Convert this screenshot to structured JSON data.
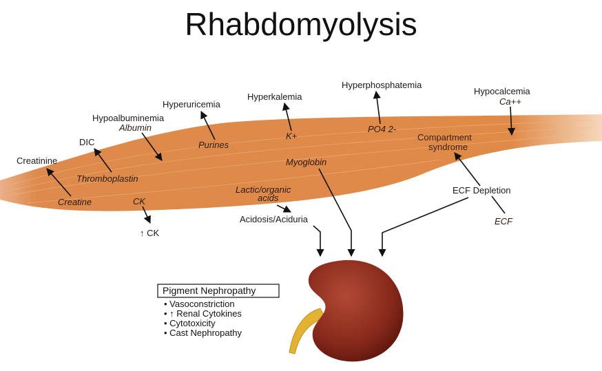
{
  "title": "Rhabdomyolysis",
  "colors": {
    "muscle": "#e08a48",
    "kidney": "#8a2a1c",
    "ureter": "#e0b030"
  },
  "labels": {
    "creatinine": "Creatinine",
    "creatine": "Creatine",
    "dic": "DIC",
    "thromboplastin": "Thromboplastin",
    "hypoalbuminemia": "Hypoalbuminemia",
    "albumin": "Albumin",
    "hyperuricemia": "Hyperuricemia",
    "purines": "Purines",
    "hyperkalemia": "Hyperkalemia",
    "potassium": "K+",
    "hyperphosphatemia": "Hyperphosphatemia",
    "phosphate": "PO4 2-",
    "hypocalcemia": "Hypocalcemia",
    "calcium": "Ca++",
    "compartment_1": "Compartment",
    "compartment_2": "syndrome",
    "myoglobin": "Myoglobin",
    "lactic_1": "Lactic/organic",
    "lactic_2": "acids",
    "acidosis": "Acidosis/Aciduria",
    "ck": "CK",
    "ck_up": "↑ CK",
    "ecf_depletion": "ECF Depletion",
    "ecf": "ECF"
  },
  "pigment_box": {
    "title": "Pigment Nephropathy",
    "items": [
      "• Vasoconstriction",
      "• ↑ Renal Cytokines",
      "• Cytotoxicity",
      "• Cast Nephropathy"
    ]
  }
}
